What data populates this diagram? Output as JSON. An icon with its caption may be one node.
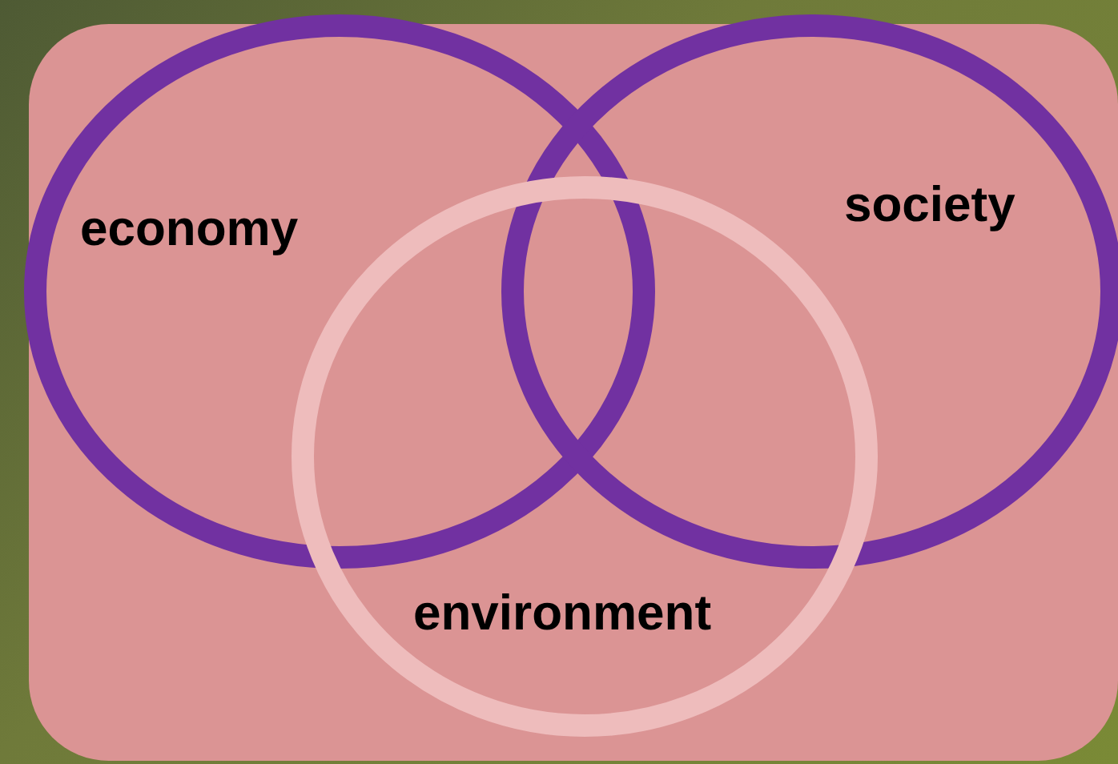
{
  "diagram": {
    "nodes": [
      {
        "text": [
          "economy"
        ]
      },
      {
        "text": [
          "society"
        ]
      },
      {
        "text": [
          "environment"
        ]
      }
    ]
  }
}
